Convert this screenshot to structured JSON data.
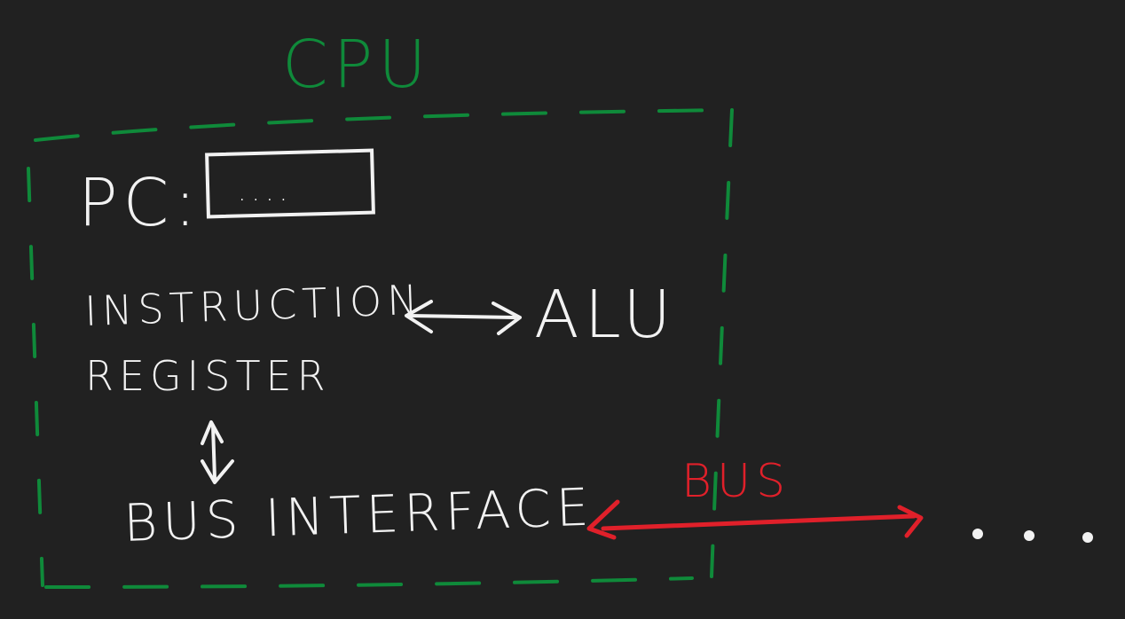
{
  "colors": {
    "background": "#212121",
    "cpu_boundary": "#0f8a3a",
    "bus": "#e0202a",
    "ink": "#f2f2f2"
  },
  "cpu": {
    "title": "CPU"
  },
  "pc": {
    "label": "PC:",
    "value": "...."
  },
  "instruction_register": {
    "line1": "INSTRUCTION",
    "line2": "REGISTER"
  },
  "alu": {
    "label": "ALU"
  },
  "bus_interface": {
    "label": "BUS INTERFACE"
  },
  "bus": {
    "label": "BUS",
    "continuation": "..."
  }
}
